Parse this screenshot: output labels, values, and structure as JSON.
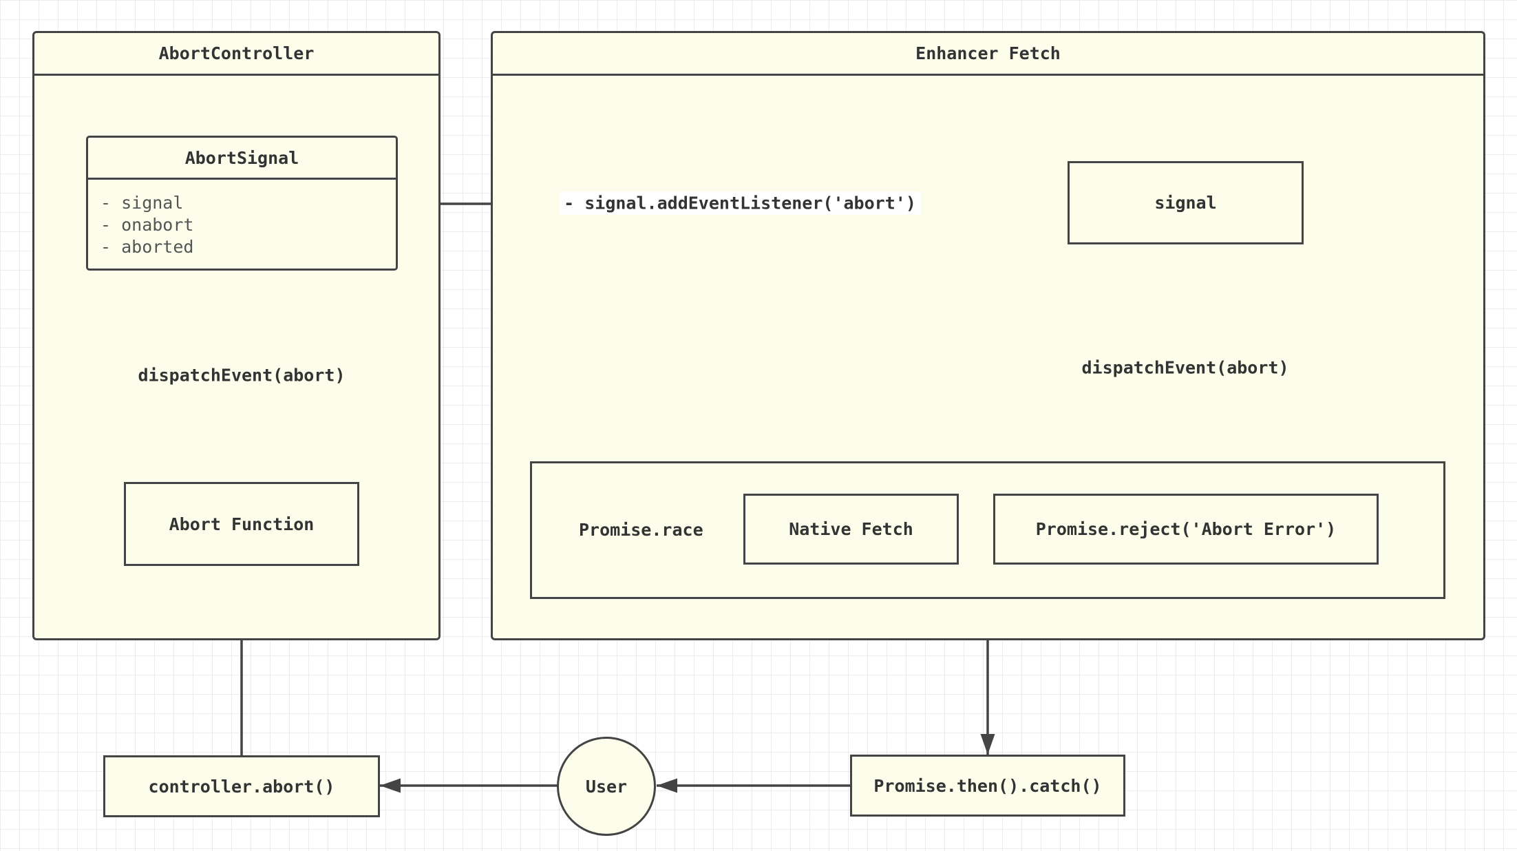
{
  "colors": {
    "stroke": "#444444",
    "fill": "#fdfdec",
    "text": "#333333",
    "grid": "#ececec"
  },
  "groups": {
    "abort_controller": {
      "title": "AbortController"
    },
    "enhancer_fetch": {
      "title": "Enhancer Fetch"
    }
  },
  "abort_signal": {
    "title": "AbortSignal",
    "fields": [
      "- signal",
      "- onabort",
      "- aborted"
    ]
  },
  "nodes": {
    "abort_function": "Abort Function",
    "signal": "signal",
    "promise_race": "Promise.race",
    "native_fetch": "Native Fetch",
    "promise_reject": "Promise.reject('Abort Error')",
    "controller_abort": "controller.abort()",
    "user": "User",
    "promise_then_catch": "Promise.then().catch()"
  },
  "edges": {
    "dispatch_left": "dispatchEvent(abort)",
    "add_listener": "- signal.addEventListener('abort')",
    "dispatch_right": "dispatchEvent(abort)"
  }
}
